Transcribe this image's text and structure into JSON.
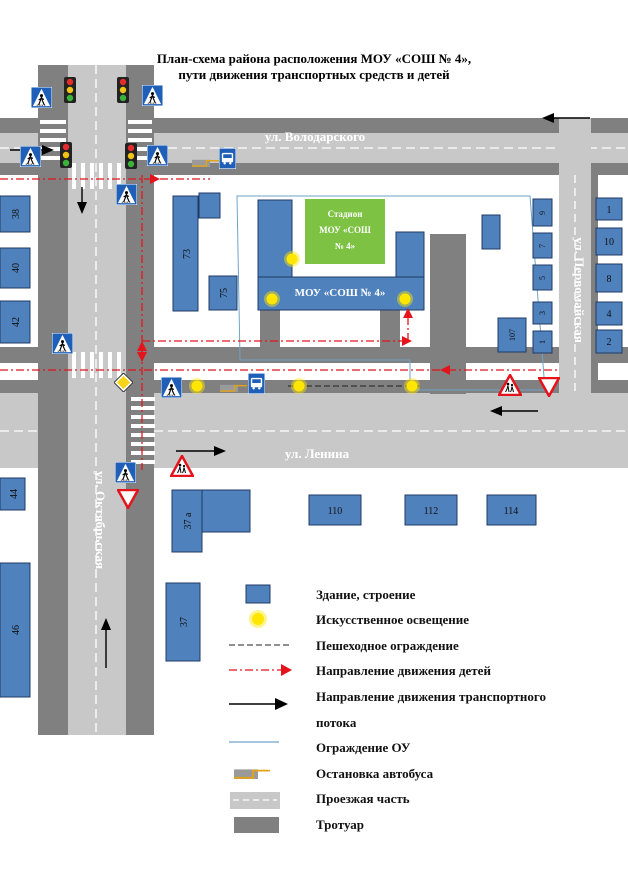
{
  "title": {
    "line1": "План-схема района расположения МОУ «СОШ № 4»,",
    "line2": "пути движения транспортных средств и детей"
  },
  "streets": {
    "volodarskogo": "ул. Володарского",
    "lenina": "ул. Ленина",
    "oktyabrskaya": "ул. Октябрьская",
    "pervomaiskaya": "ул. Первомайская"
  },
  "school": {
    "stadium_line1": "Стадион",
    "stadium_line2": "МОУ «СОШ",
    "stadium_line3": "№ 4»",
    "label": "МОУ «СОШ № 4»"
  },
  "buildings": {
    "b38": "38",
    "b40": "40",
    "b42": "42",
    "b44": "44",
    "b46": "46",
    "b73": "73",
    "b75": "75",
    "b37a": "37 а",
    "b37": "37",
    "b9": "9",
    "b7": "7",
    "b5": "5",
    "b3": "3",
    "b1s": "1",
    "b107": "107",
    "b1": "1",
    "b10": "10",
    "b8": "8",
    "b4": "4",
    "b2": "2",
    "b110": "110",
    "b112": "112",
    "b114": "114"
  },
  "legend": [
    {
      "icon": "building",
      "label": "Здание, строение"
    },
    {
      "icon": "light",
      "label": "Искусственное освещение"
    },
    {
      "icon": "pedestrian-fence",
      "label": "Пешеходное ограждение"
    },
    {
      "icon": "children-route",
      "label": "Направление движения детей"
    },
    {
      "icon": "traffic-flow",
      "label": "Направление движения транспортного"
    },
    {
      "icon": "",
      "label": "потока"
    },
    {
      "icon": "school-fence",
      "label": "Ограждение ОУ"
    },
    {
      "icon": "bus-stop",
      "label": "Остановка автобуса"
    },
    {
      "icon": "roadway",
      "label": "Проезжая часть"
    },
    {
      "icon": "sidewalk",
      "label": "Тротуар"
    }
  ],
  "colors": {
    "building": "#4f81bd",
    "building_border": "#1f3a63",
    "road": "#c8c8c8",
    "sidewalk": "#808080",
    "stadium": "#7dc243",
    "light": "#ffe600",
    "children_route": "#e3141b",
    "school_fence": "#6fa3c9"
  }
}
